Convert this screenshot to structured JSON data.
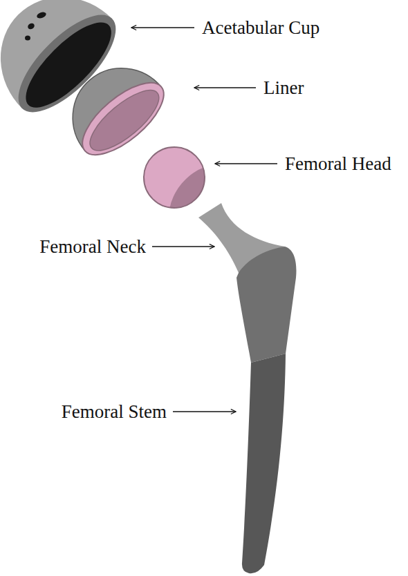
{
  "diagram": {
    "labels": [
      "Acetabular Cup",
      "Liner",
      "Femoral Head",
      "Femoral Neck",
      "Femoral Stem"
    ]
  }
}
